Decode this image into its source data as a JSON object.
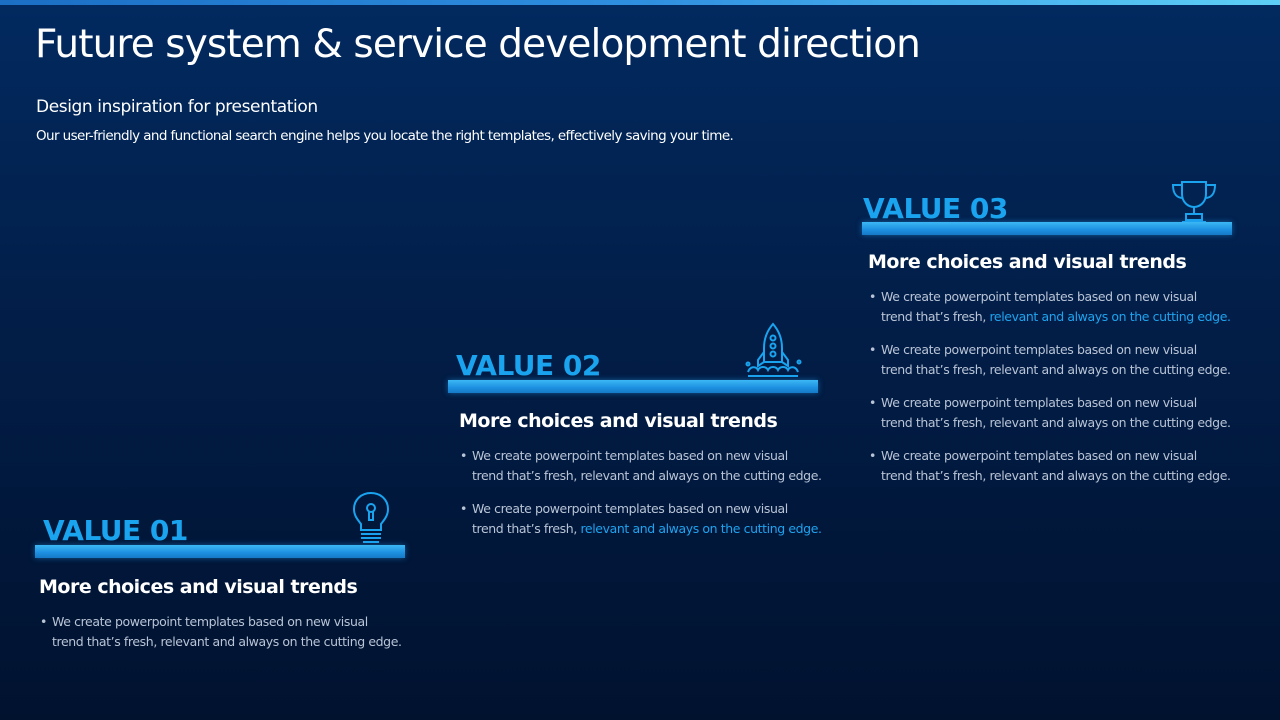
{
  "header": {
    "title": "Future system & service development direction",
    "subtitle": "Design inspiration for presentation",
    "description": "Our user-friendly and functional search engine helps you locate the right templates, effectively saving your time."
  },
  "colors": {
    "accent": "#1aa3ee",
    "highlight": "#1ea3ef",
    "background": "#021f4a"
  },
  "values": [
    {
      "label": "VALUE 01",
      "icon": "lightbulb-icon",
      "heading": "More choices and visual trends",
      "bullets": [
        {
          "line1": "We create powerpoint templates based on new visual",
          "line2_plain": "trend that’s fresh, relevant and always on the cutting edge.",
          "line2_highlight": ""
        }
      ]
    },
    {
      "label": "VALUE 02",
      "icon": "rocket-icon",
      "heading": "More choices and visual trends",
      "bullets": [
        {
          "line1": "We create powerpoint templates based on new visual",
          "line2_plain": "trend that’s fresh, relevant and always on the cutting edge.",
          "line2_highlight": ""
        },
        {
          "line1": "We create powerpoint templates based on new visual",
          "line2_plain": "trend that’s fresh, ",
          "line2_highlight": "relevant and always on the cutting edge."
        }
      ]
    },
    {
      "label": "VALUE 03",
      "icon": "trophy-icon",
      "heading": "More choices and visual trends",
      "bullets": [
        {
          "line1": "We create powerpoint templates based on new visual",
          "line2_plain": "trend that’s fresh, ",
          "line2_highlight": "relevant and always on the cutting edge."
        },
        {
          "line1": "We create powerpoint templates based on new visual",
          "line2_plain": "trend that’s fresh, relevant and always on the cutting edge.",
          "line2_highlight": ""
        },
        {
          "line1": "We create powerpoint templates based on new visual",
          "line2_plain": "trend that’s fresh, relevant and always on the cutting edge.",
          "line2_highlight": ""
        },
        {
          "line1": "We create powerpoint templates based on new visual",
          "line2_plain": "trend that’s fresh, relevant and always on the cutting edge.",
          "line2_highlight": ""
        }
      ]
    }
  ]
}
